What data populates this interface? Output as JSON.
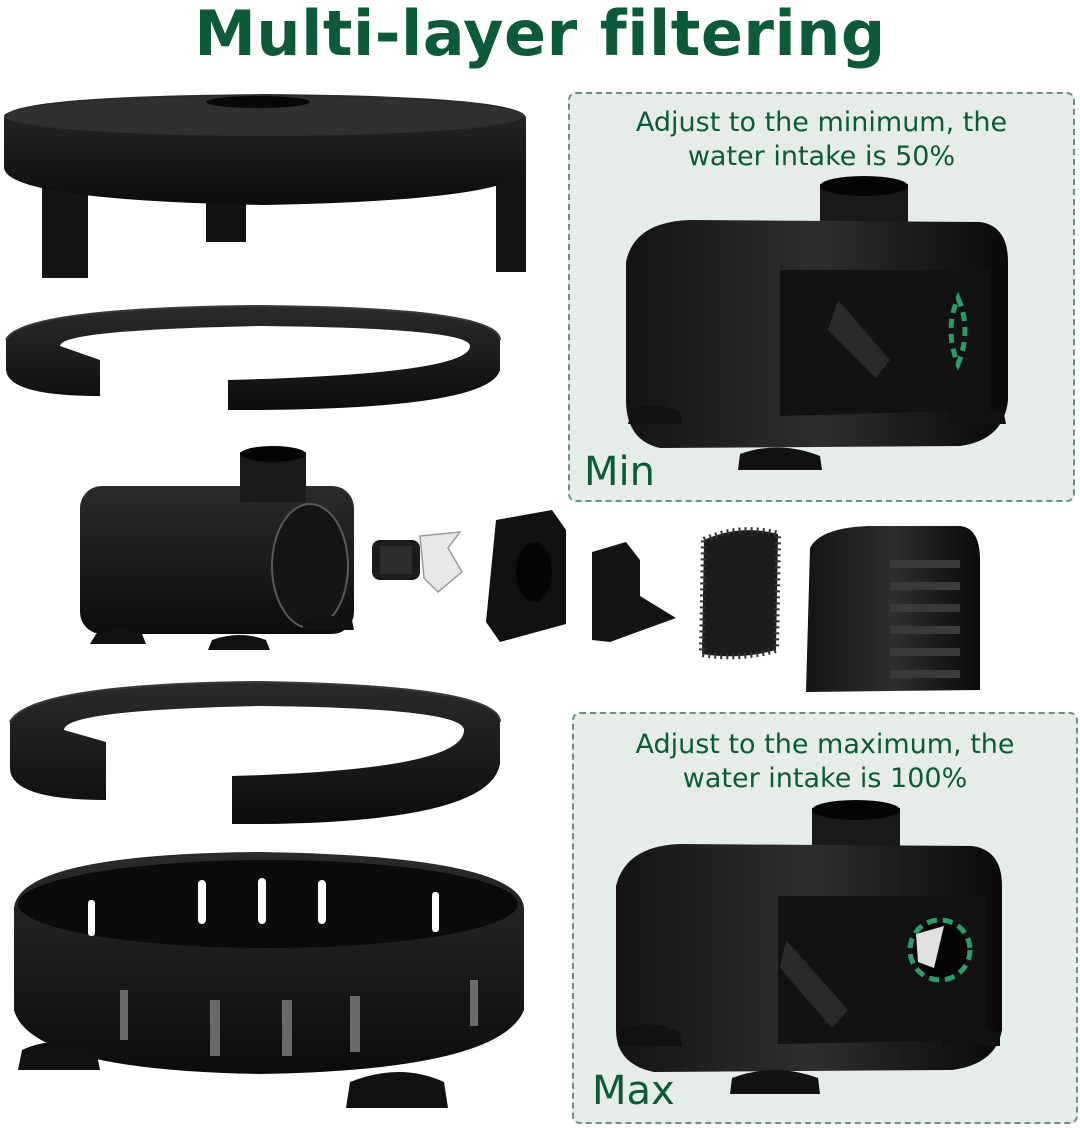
{
  "title": "Multi-layer filtering",
  "min_panel": {
    "line1": "Adjust to the minimum, the",
    "line2": "water intake is 50%",
    "label": "Min"
  },
  "max_panel": {
    "line1": "Adjust to the maximum, the",
    "line2": "water intake is 100%",
    "label": "Max"
  },
  "colors": {
    "title_green": "#0d5a3a",
    "panel_bg": "#e6ece8",
    "accent_green": "#2a9d6a"
  }
}
